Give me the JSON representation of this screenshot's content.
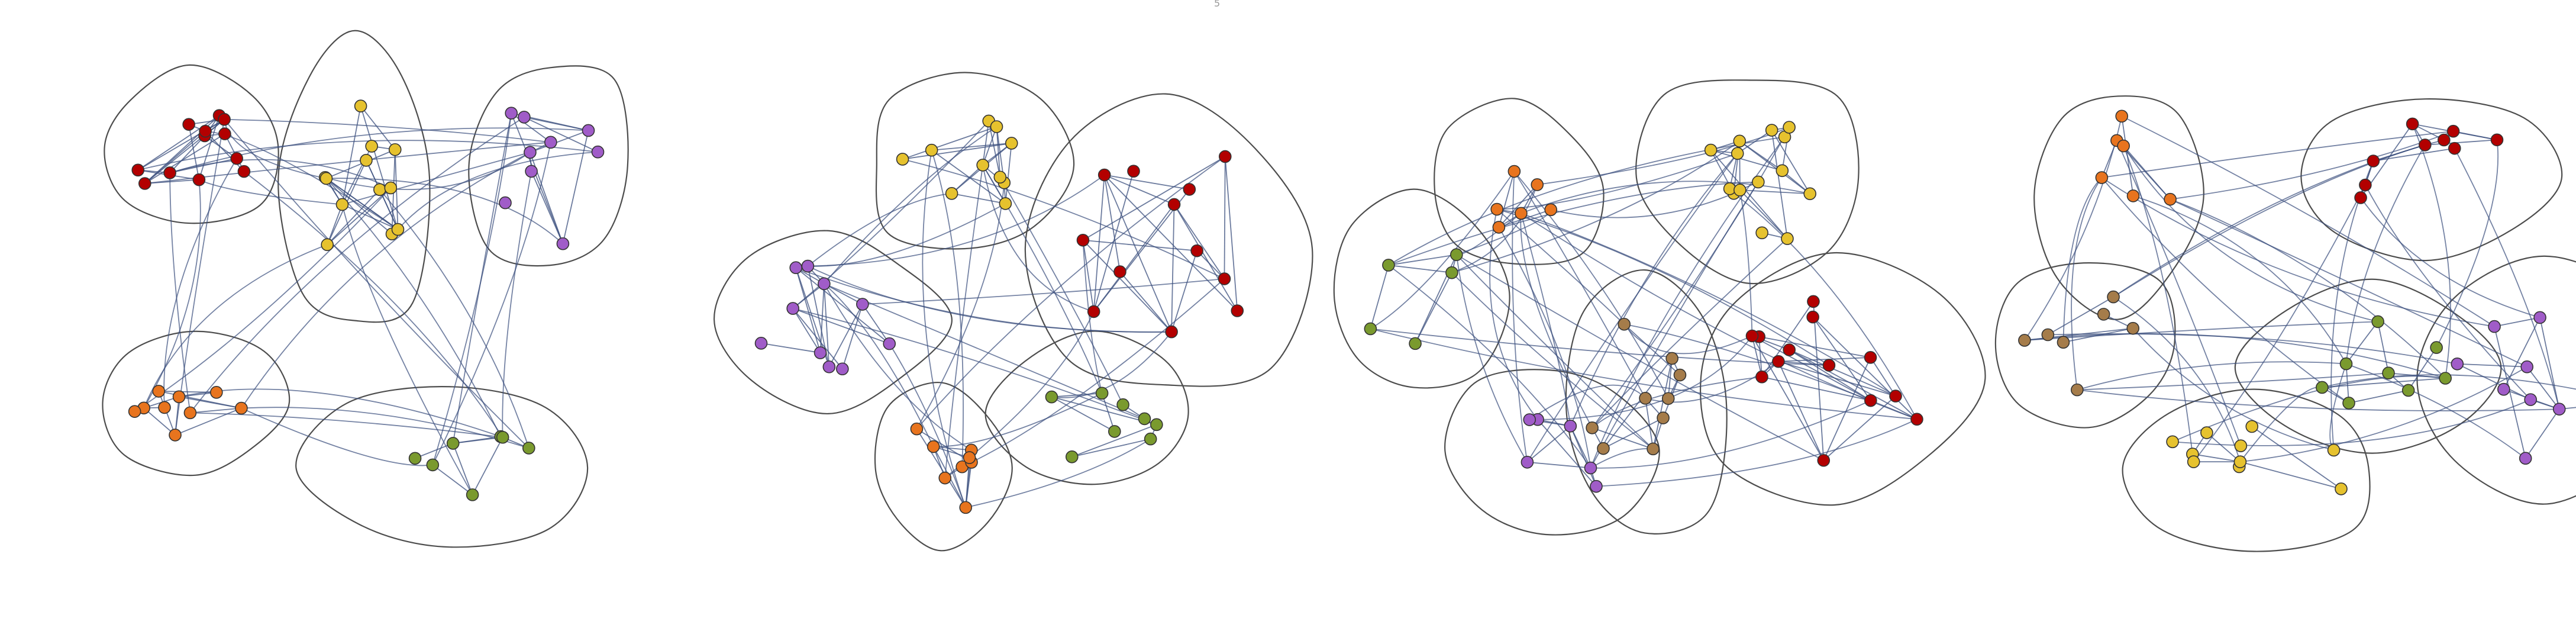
{
  "figure": {
    "corner_mark": "5",
    "colors": {
      "edge": "#3b4f7d",
      "hull": "#4d4d4d",
      "node_stroke": "#333333",
      "red": "#b30000",
      "orange": "#e8741e",
      "yellow": "#e6c22e",
      "purple": "#a05cc8",
      "olive": "#7a9a2e",
      "brown": "#a57c4a"
    },
    "panels": [
      {
        "name": "panel-1",
        "groups": [
          "red",
          "yellow",
          "purple",
          "orange",
          "olive"
        ]
      },
      {
        "name": "panel-2",
        "groups": [
          "yellow",
          "red",
          "purple",
          "orange",
          "olive"
        ]
      },
      {
        "name": "panel-3",
        "groups": [
          "orange",
          "yellow",
          "olive",
          "red",
          "purple",
          "brown"
        ]
      },
      {
        "name": "panel-4",
        "groups": [
          "orange",
          "red",
          "brown",
          "olive",
          "purple",
          "yellow"
        ]
      }
    ]
  }
}
